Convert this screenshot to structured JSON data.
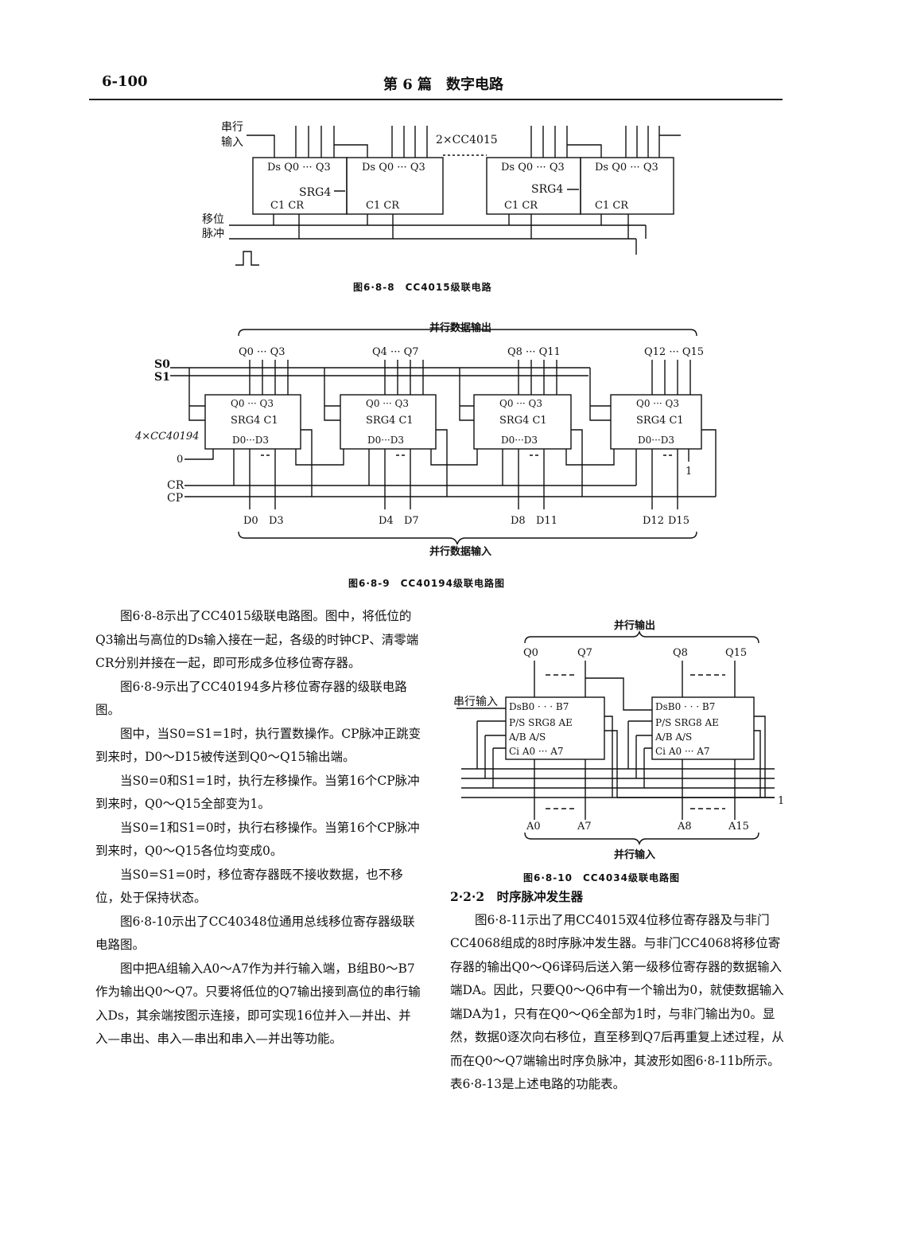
{
  "header": {
    "page_number": "6-100",
    "chapter": "第 6 篇　数字电路"
  },
  "fig8": {
    "caption": "图6·8-8　CC4015级联电路",
    "serial_in": [
      "串行",
      "输入"
    ],
    "chip_label": "2×CC4015",
    "shift_pulse": [
      "移位",
      "脉冲"
    ],
    "block_top": "Ds Q0 ··· Q3",
    "block_mid": "SRG4",
    "block_c1": "C1",
    "block_cr": "CR"
  },
  "fig9": {
    "caption": "图6·8-9　CC40194级联电路图",
    "top_label": "并行数据输出",
    "bottom_label": "并行数据输入",
    "chip_label": "4×CC40194",
    "s0": "S0",
    "s1": "S1",
    "cr": "CR",
    "cp": "CP",
    "zero": "0",
    "one": "1",
    "out_labels": [
      "Q0 ··· Q3",
      "Q4 ··· Q7",
      "Q8 ··· Q11",
      "Q12 ··· Q15"
    ],
    "in_labels": [
      "D0",
      "D3",
      "D4",
      "D7",
      "D8",
      "D11",
      "D12",
      "D15"
    ],
    "block_srg": "SRG4"
  },
  "fig10": {
    "caption": "图6·8-10　CC4034级联电路图",
    "top_label": "并行输出",
    "bottom_label": "并行输入",
    "serial_in": "串行输入",
    "one": "1",
    "out_labels": [
      "Q0",
      "Q7",
      "Q8",
      "Q15"
    ],
    "in_labels": [
      "A0",
      "A7",
      "A8",
      "A15"
    ],
    "block_srg": "SRG8"
  },
  "left_column": [
    {
      "text": "图6·8-8示出了CC4015级联电路图。图中，将低位的Q3输出与高位的Ds输入接在一起，各级的时钟CP、清零端CR分别并接在一起，即可形成多位移位寄存器。",
      "indent": true
    },
    {
      "text": "图6·8-9示出了CC40194多片移位寄存器的级联电路图。",
      "indent": true
    },
    {
      "text": "图中，当S0=S1=1时，执行置数操作。CP脉冲正跳变到来时，D0～D15被传送到Q0～Q15输出端。",
      "indent": true
    },
    {
      "text": "当S0=0和S1=1时，执行左移操作。当第16个CP脉冲到来时，Q0～Q15全部变为1。",
      "indent": true
    },
    {
      "text": "当S0=1和S1=0时，执行右移操作。当第16个CP脉冲到来时，Q0～Q15各位均变成0。",
      "indent": true
    },
    {
      "text": "当S0=S1=0时，移位寄存器既不接收数据，也不移位，处于保持状态。",
      "indent": true
    },
    {
      "text": "图6·8-10示出了CC40348位通用总线移位寄存器级联电路图。",
      "indent": true
    },
    {
      "text": "图中把A组输入A0～A7作为并行输入端，B组B0～B7作为输出Q0～Q7。只要将低位的Q7输出接到高位的串行输入Ds，其余端按图示连接，即可实现16位并入—并出、并入—串出、串入—串出和串入—并出等功能。",
      "indent": true
    }
  ],
  "right_column": {
    "section": "2·2·2　时序脉冲发生器",
    "paragraph": "图6·8-11示出了用CC4015双4位移位寄存器及与非门CC4068组成的8时序脉冲发生器。与非门CC4068将移位寄存器的输出Q0～Q6译码后送入第一级移位寄存器的数据输入端DA。因此，只要Q0～Q6中有一个输出为0，就使数据输入端DA为1，只有在Q0～Q6全部为1时，与非门输出为0。显然，数据0逐次向右移位，直至移到Q7后再重复上述过程，从而在Q0～Q7端输出时序负脉冲，其波形如图6·8-11b所示。表6·8-13是上述电路的功能表。"
  }
}
